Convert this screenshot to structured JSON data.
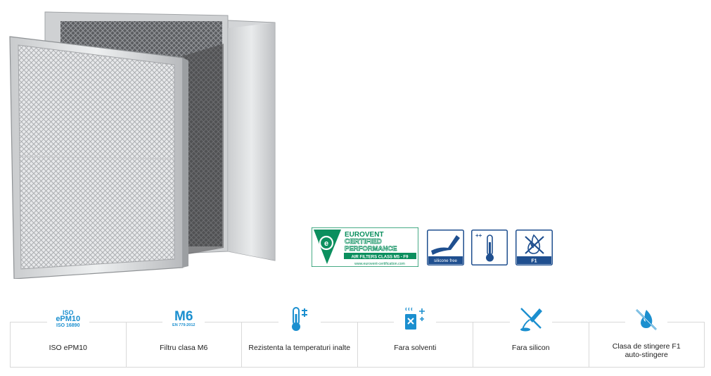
{
  "badges": {
    "eurovent": {
      "line1": "EUROVENT",
      "line2": "CERTIFIED",
      "line3": "PERFORMANCE",
      "line4": "AIR FILTERS CLASS M5 - F9",
      "url": "www.eurovent-certification.com"
    },
    "silicone": {
      "label": "silicone free"
    },
    "temperature": {
      "mark": "++"
    },
    "fire": {
      "label": "F1"
    }
  },
  "features": [
    {
      "icon_lines": [
        "ISO",
        "ePM10",
        "ISO 16890"
      ],
      "label": "ISO ePM10"
    },
    {
      "icon_big": "M6",
      "icon_small": "EN 779:2012",
      "label": "Filtru clasa M6"
    },
    {
      "label": "Rezistenta la temperaturi inalte"
    },
    {
      "label": "Fara solventi"
    },
    {
      "label": "Fara silicon"
    },
    {
      "label_line1": "Clasa de stingere F1",
      "label_line2": "auto-stingere"
    }
  ],
  "colors": {
    "brand_blue": "#1b8fcf",
    "eurovent_green": "#0b8f5e",
    "badge_navy": "#1f4f8f",
    "border": "#d9d9d9"
  }
}
